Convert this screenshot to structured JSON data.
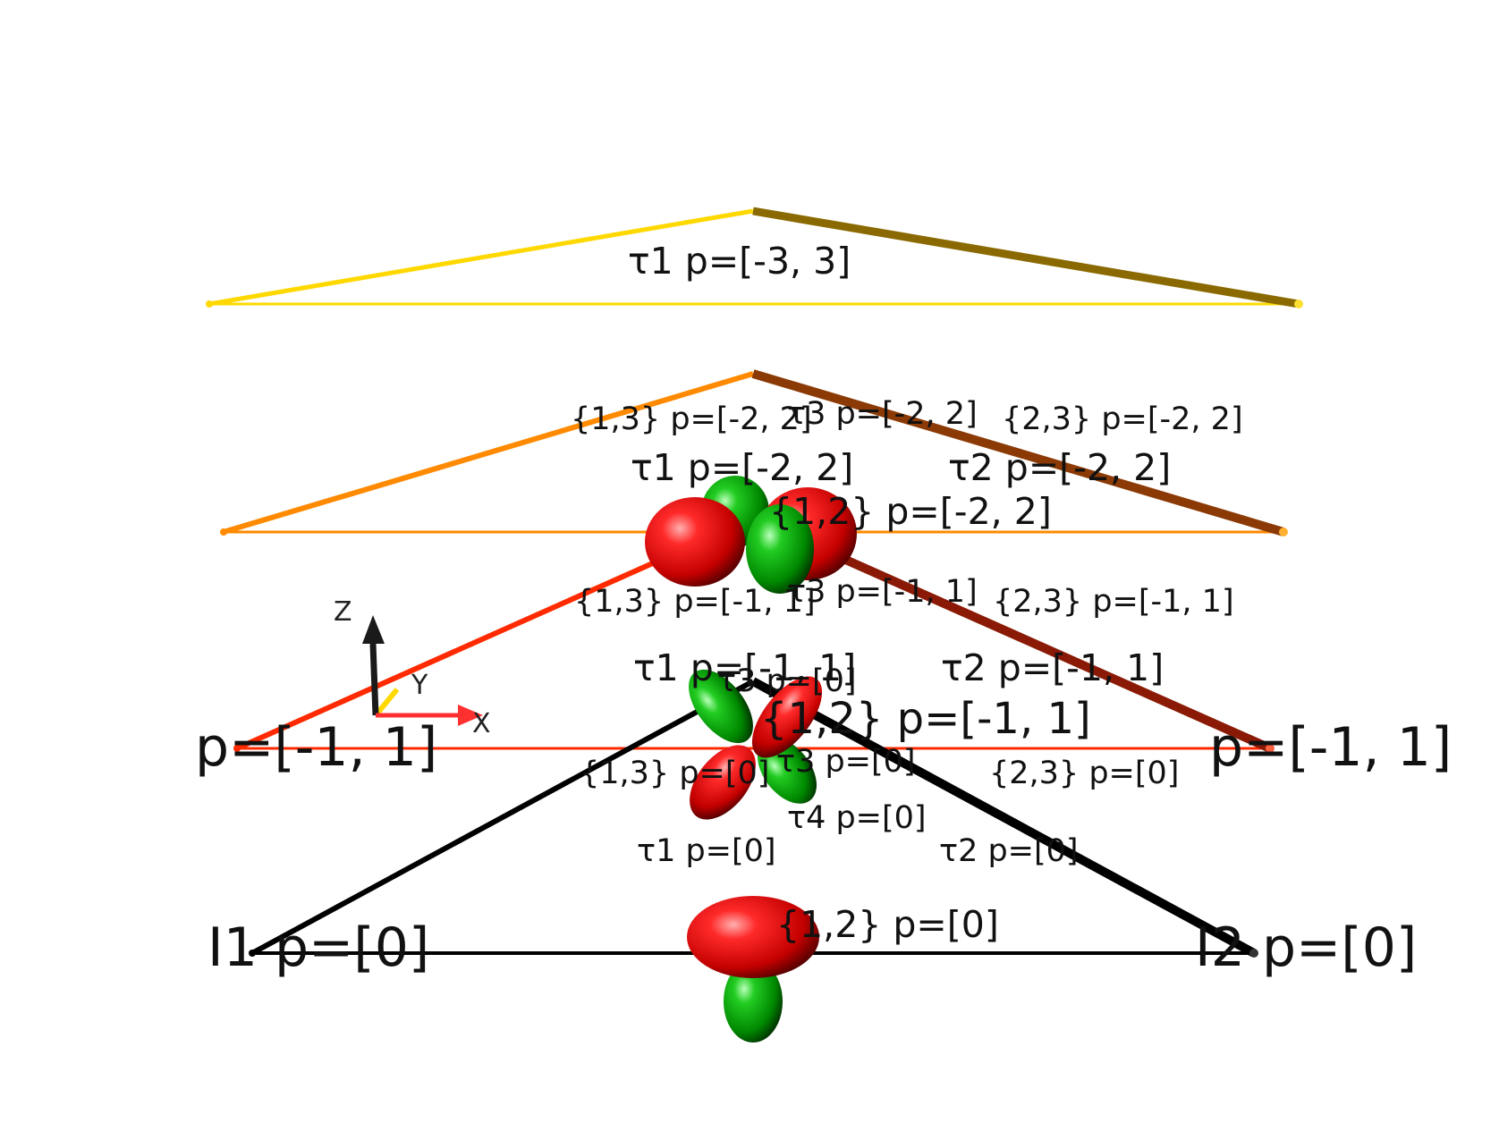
{
  "scene": {
    "levels": [
      {
        "id": "level-3",
        "color": "#ffd800",
        "dark_color": "#8a6a00",
        "labels": {
          "tau1": "τ1 p=[-3, 3]"
        }
      },
      {
        "id": "level-2",
        "color": "#ff8a00",
        "dark_color": "#8b3a05",
        "labels": {
          "s13": "{1,3} p=[-2, 2]",
          "tau3": "τ3 p=[-2, 2]",
          "s23": "{2,3} p=[-2, 2]",
          "tau1": "τ1 p=[-2, 2]",
          "tau2": "τ2 p=[-2, 2]",
          "s12": "{1,2} p=[-2, 2]"
        }
      },
      {
        "id": "level-1",
        "color": "#ff2a00",
        "dark_color": "#8a1a05",
        "labels": {
          "left_vertex": "p=[-1, 1]",
          "right_vertex": "p=[-1, 1]",
          "s13": "{1,3} p=[-1, 1]",
          "tau3": "τ3 p=[-1, 1]",
          "s23": "{2,3} p=[-1, 1]",
          "tau1": "τ1 p=[-1, 1]",
          "tau2": "τ2 p=[-1, 1]",
          "s12": "{1,2} p=[-1, 1]"
        }
      },
      {
        "id": "level-0",
        "color": "#000000",
        "dark_color": "#000000",
        "labels": {
          "left_vertex": "I1 p=[0]",
          "right_vertex": "I2 p=[0]",
          "tau3": "τ3 p=[0]",
          "s13": "{1,3} p=[0]",
          "s23_top": "τ3 p=[0]",
          "s23": "{2,3} p=[0]",
          "tau4": "τ4 p=[0]",
          "tau1": "τ1 p=[0]",
          "tau2": "τ2 p=[0]",
          "s12": "{1,2} p=[0]"
        }
      }
    ],
    "orbital_colors": {
      "positive": "#e00000",
      "negative": "#00b000"
    }
  },
  "axes": {
    "x": "X",
    "y": "Y",
    "z": "Z"
  }
}
